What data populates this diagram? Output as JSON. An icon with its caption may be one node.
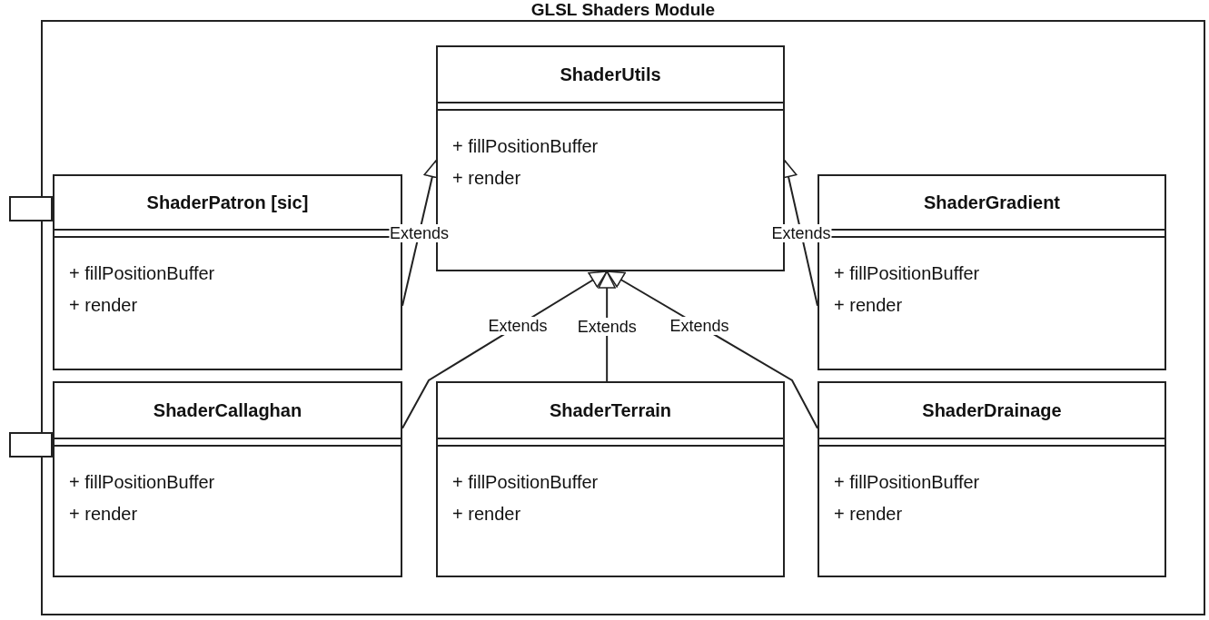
{
  "diagram": {
    "nodes": [
      {
        "text": [
          "GLSL Shaders Module"
        ]
      },
      {
        "text": [
          "ShaderUtils",
          "+ fillPositionBuffer",
          "+ render"
        ],
        "in": 0
      },
      {
        "text": [
          "ShaderPatron [sic]",
          "+ fillPositionBuffer",
          "+ render"
        ],
        "in": 0
      },
      {
        "text": [
          "ShaderGradient",
          "+ fillPositionBuffer",
          "+ render"
        ],
        "in": 0
      },
      {
        "text": [
          "ShaderCallaghan",
          "+ fillPositionBuffer",
          "+ render"
        ],
        "in": 0
      },
      {
        "text": [
          "ShaderTerrain",
          "+ fillPositionBuffer",
          "+ render"
        ],
        "in": 0
      },
      {
        "text": [
          "ShaderDrainage",
          "+ fillPositionBuffer",
          "+ render"
        ],
        "in": 0
      }
    ],
    "edges": [
      {
        "from": 2,
        "to": 1,
        "arrow": "to",
        "label": "Extends"
      },
      {
        "from": 3,
        "to": 1,
        "arrow": "to",
        "label": "Extends"
      },
      {
        "from": 4,
        "to": 1,
        "arrow": "to",
        "label": "Extends"
      },
      {
        "from": 5,
        "to": 1,
        "arrow": "to",
        "label": "Extends"
      },
      {
        "from": 6,
        "to": 1,
        "arrow": "to",
        "label": "Extends"
      }
    ]
  }
}
